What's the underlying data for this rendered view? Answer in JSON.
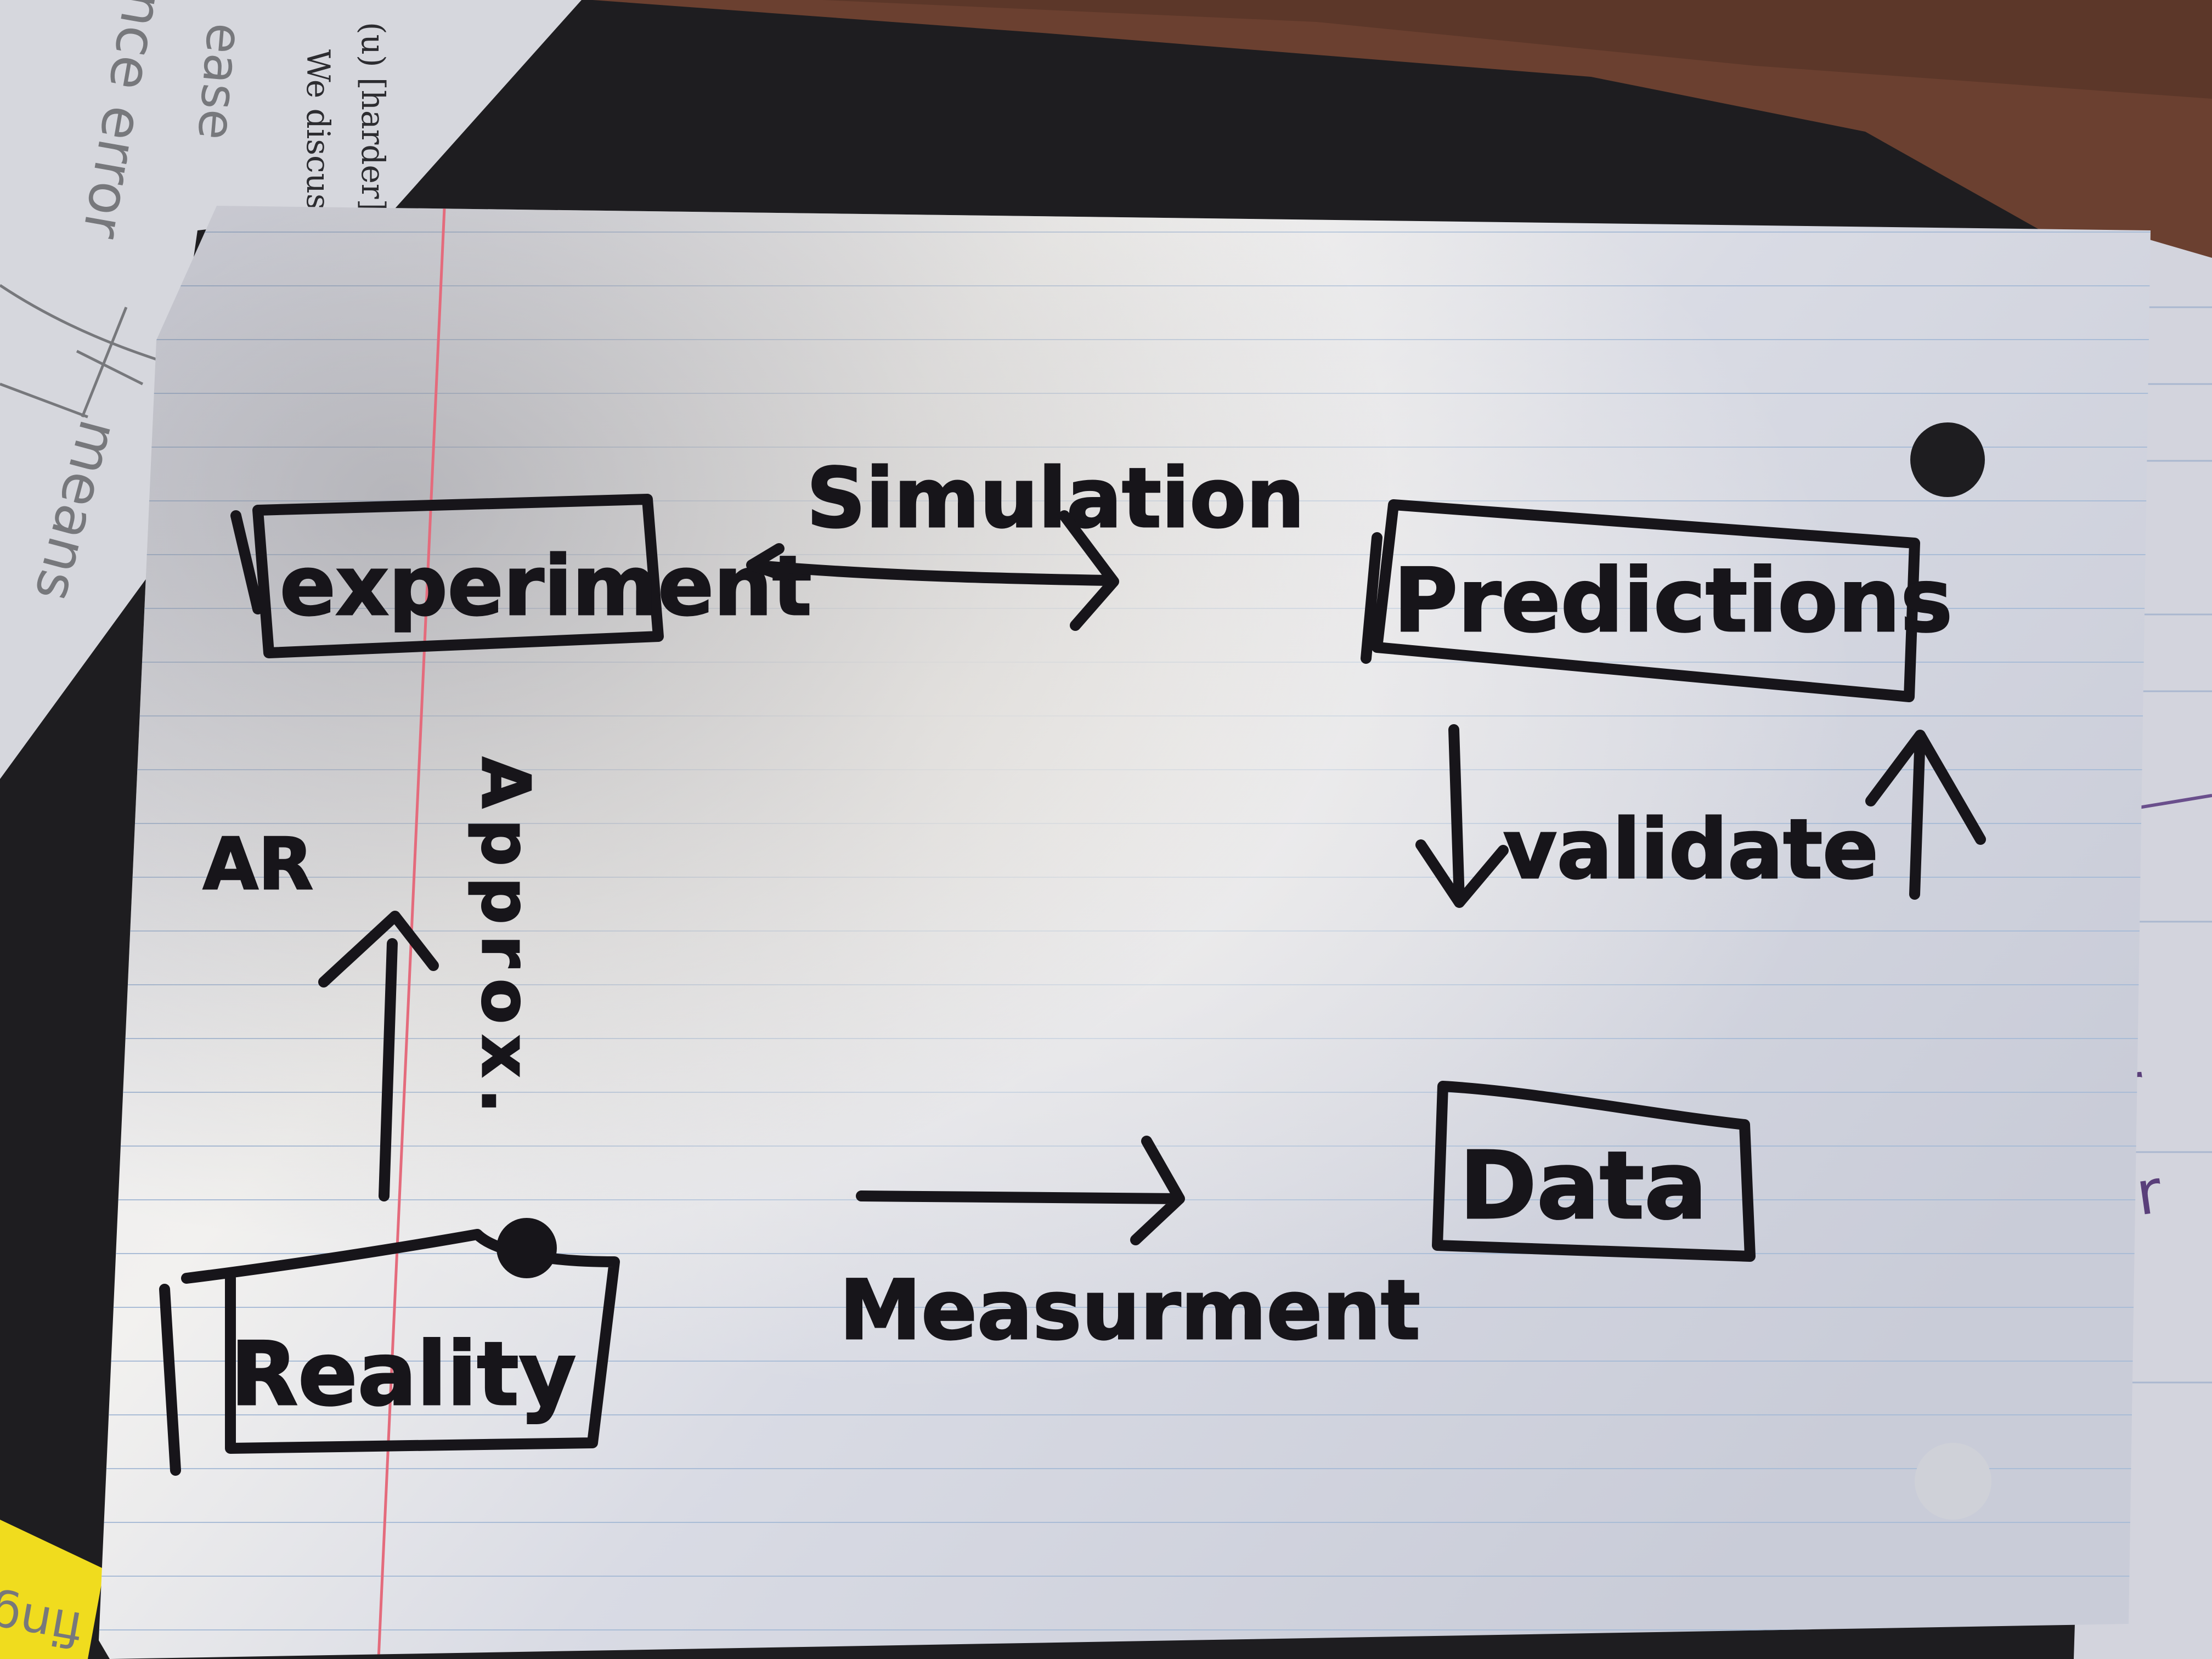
{
  "background_paper": {
    "printed_lines": [
      "(u) [harder] E",
      "We discusse"
    ],
    "pencil_notes": [
      "ease",
      "nce error",
      "means"
    ]
  },
  "diagram": {
    "nodes": {
      "experiment": "experiment",
      "predictions": "Predictions",
      "data": "Data",
      "reality": "Reality"
    },
    "edges": {
      "simulation": "Simulation",
      "validate": "validate",
      "measurement": "Measurment",
      "approx": "Approx."
    },
    "scribble": "AR"
  },
  "right_page_notes": [
    "er",
    "ter"
  ],
  "sticky_note": "fing",
  "colors": {
    "ink": "#17151a",
    "notebook_rule": "#9fb4cf",
    "margin_line": "#e46b7c",
    "desk": "#1e1d20",
    "wood": "#6b4030",
    "sticky": "#f0dc1e"
  }
}
